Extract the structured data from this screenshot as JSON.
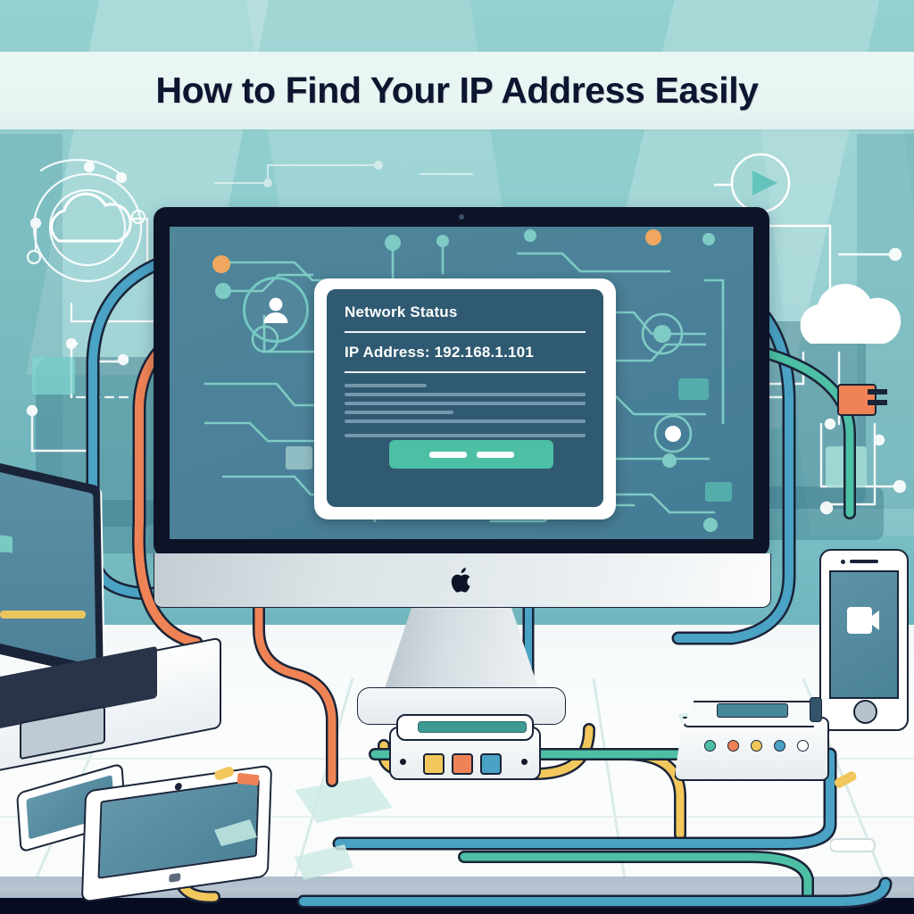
{
  "banner": {
    "title": "How to Find Your IP Address Easily",
    "band_bg": "#eaf6f4",
    "title_color": "#0d1530"
  },
  "scene": {
    "wall_color": "#8ecdcd",
    "desk_color": "#fafcfc",
    "desk_edge_color": "#b3c2cc",
    "floor_color": "#070c22"
  },
  "monitor": {
    "bezel_color": "#0d1428",
    "screen_color": "#4a8099",
    "chin_color": "#e5ebee",
    "brand_icon": "apple-logo",
    "webcam_icon": "webcam-dot-icon",
    "stand_color": "#e4eaee"
  },
  "dialog": {
    "title": "Network Status",
    "ip_label": "IP Address: 192.168.1.101",
    "bg_color": "#2f5a72",
    "frame_color": "#ffffff",
    "button_color": "#4dbfa5",
    "placeholder_color": "#7fa3b6",
    "placeholder_widths": [
      "34%",
      "100%",
      "100%",
      "66%",
      "100%",
      "100%"
    ],
    "button_bars": [
      "42px",
      "42px"
    ]
  },
  "screen_graphics": {
    "avatar_icon": "user-avatar-icon",
    "node_color": "#74c9c3",
    "accent_color": "#f0a860",
    "trace_color": "#7ecbc5"
  },
  "background_icons": [
    {
      "name": "cloud-outline-icon",
      "label": "cloud"
    },
    {
      "name": "play-circle-icon",
      "label": "play"
    },
    {
      "name": "cloud-filled-icon",
      "label": "cloud"
    }
  ],
  "devices": {
    "laptop": {
      "name": "laptop",
      "screen_color": "#4d8299"
    },
    "phone_right": {
      "name": "smartphone-upright",
      "screen_color": "#4a8297",
      "icon": "app-icon"
    },
    "phone_flat": {
      "name": "smartphone-flat",
      "screen_color": "#4b8298"
    },
    "tablet": {
      "name": "tablet-flat",
      "screen_color": "#4b8298"
    },
    "switch": {
      "name": "network-switch",
      "body_color": "#e8edf0",
      "slot_color": "#3f9a93",
      "ports": [
        {
          "color": "#f2c75c"
        },
        {
          "color": "#ef8355"
        },
        {
          "color": "#4aa2c4"
        }
      ]
    },
    "router": {
      "name": "wifi-router",
      "body_color": "#e6ecef",
      "display_color": "#46889a",
      "leds": [
        {
          "color": "#4dbfa5"
        },
        {
          "color": "#ef8355"
        },
        {
          "color": "#f2c75c"
        },
        {
          "color": "#4aa2c4"
        },
        {
          "color": "#ffffff"
        }
      ]
    }
  },
  "cables": {
    "orange": "#ef8355",
    "blue": "#4aa2c4",
    "yellow": "#f2c75c",
    "teal": "#4dbfa5",
    "steel": "#3f8fb3"
  }
}
